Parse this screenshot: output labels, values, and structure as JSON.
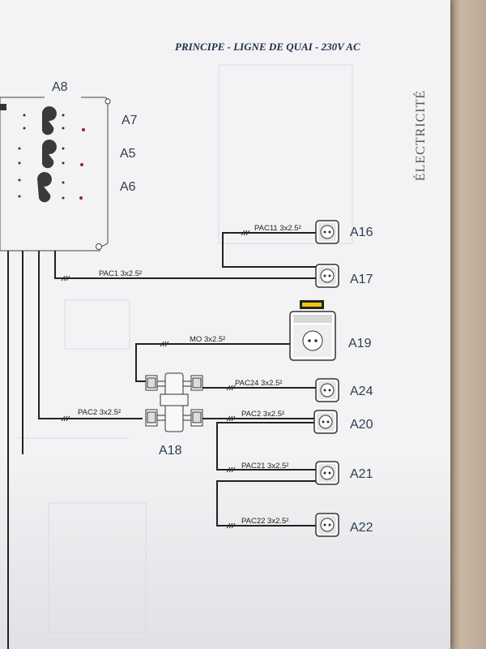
{
  "header": {
    "title": "PRINCIPE - LIGNE DE QUAI - 230V AC"
  },
  "section": {
    "label": "ÉLECTRICITÉ"
  },
  "components": {
    "A8": "A8",
    "A7": "A7",
    "A5": "A5",
    "A6": "A6",
    "A16": "A16",
    "A17": "A17",
    "A19": "A19",
    "A24": "A24",
    "A20": "A20",
    "A21": "A21",
    "A22": "A22",
    "A18": "A18"
  },
  "cables": {
    "pac11": "PAC11 3x2.5²",
    "pac1": "PAC1 3x2.5²",
    "mo": "MO 3x2.5²",
    "pac24": "PAC24 3x2.5²",
    "pac2_left": "PAC2 3x2.5²",
    "pac2_right": "PAC2 3x2.5²",
    "pac21": "PAC21 3x2.5²",
    "pac22": "PAC22 3x2.5²"
  },
  "a19_tag": "",
  "colors": {
    "wire": "#222222",
    "label": "#2d3e50",
    "title": "#1f2f49",
    "tag": "#f1c40f"
  }
}
